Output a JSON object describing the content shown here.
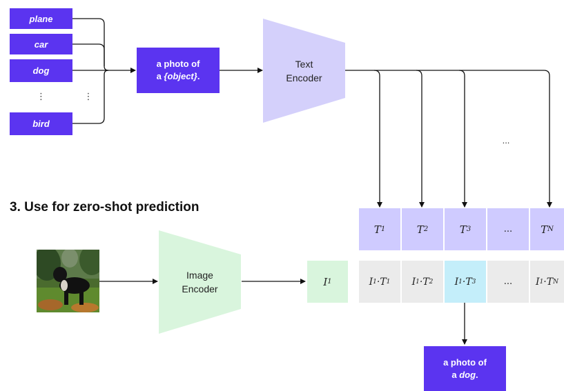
{
  "labels": [
    "plane",
    "car",
    "dog",
    "⋮",
    "bird"
  ],
  "label_dots_right": "⋮",
  "prompt": {
    "line1": "a photo of",
    "line2_prefix": "a ",
    "line2_var": "{object}",
    "line2_suffix": "."
  },
  "text_encoder": {
    "line1": "Text",
    "line2": "Encoder"
  },
  "between_dots": "...",
  "section_heading": "3. Use for zero-shot prediction",
  "text_embeddings": [
    {
      "base": "T",
      "sub": "1"
    },
    {
      "base": "T",
      "sub": "2"
    },
    {
      "base": "T",
      "sub": "3"
    },
    {
      "base": "...",
      "sub": ""
    },
    {
      "base": "T",
      "sub": "N"
    }
  ],
  "image_encoder": {
    "line1": "Image",
    "line2": "Encoder"
  },
  "image_embedding": {
    "base": "I",
    "sub": "1"
  },
  "products": [
    {
      "a": "I",
      "asub": "1",
      "b": "T",
      "bsub": "1",
      "highlight": false
    },
    {
      "a": "I",
      "asub": "1",
      "b": "T",
      "bsub": "2",
      "highlight": false
    },
    {
      "a": "I",
      "asub": "1",
      "b": "T",
      "bsub": "3",
      "highlight": true
    },
    {
      "a": "...",
      "asub": "",
      "b": "",
      "bsub": "",
      "highlight": false
    },
    {
      "a": "I",
      "asub": "1",
      "b": "T",
      "bsub": "N",
      "highlight": false
    }
  ],
  "result": {
    "line1": "a photo of",
    "line2_prefix": "a ",
    "line2_var": "dog",
    "line2_suffix": "."
  },
  "colors": {
    "label_fill": "#5b34f0",
    "text_encoder_fill": "#d4d0fb",
    "image_encoder_fill": "#d9f5dd",
    "text_embedding_fill": "#cfcbff",
    "product_fill": "#ebebeb",
    "highlight_fill": "#c4eefa"
  },
  "photo_icon": "dog-photo-icon"
}
